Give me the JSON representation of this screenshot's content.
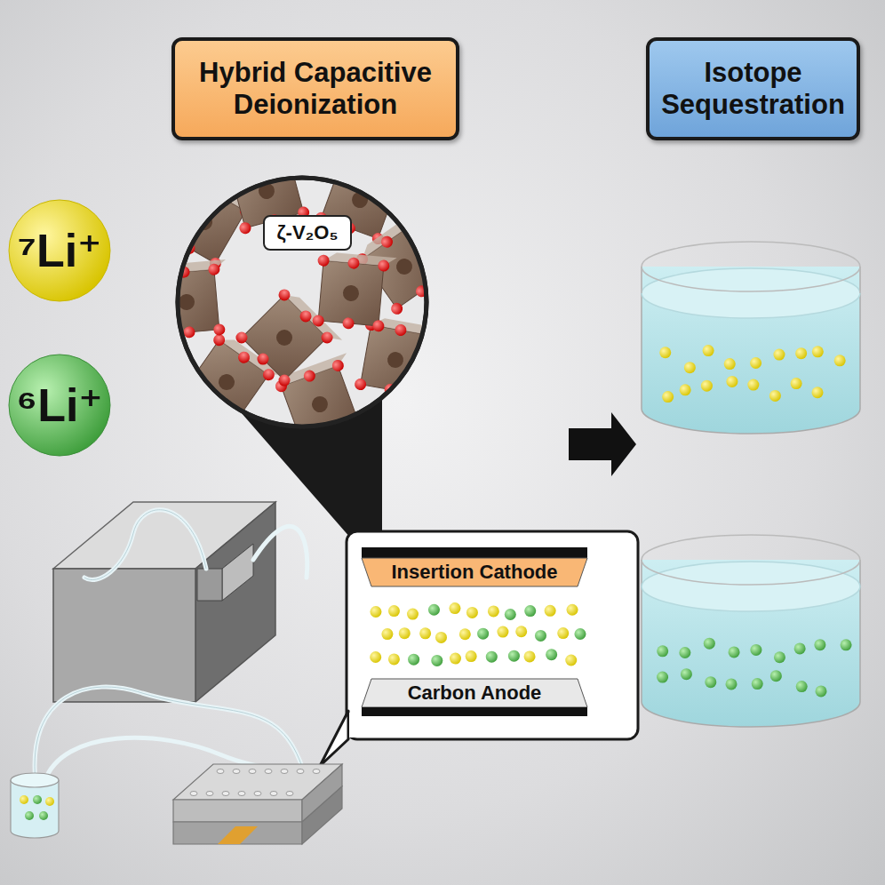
{
  "diagram": {
    "nodes": [
      {
        "text": [
          "Hybrid Capacitive Deionization"
        ]
      },
      {
        "text": [
          "Isotope Sequestration"
        ]
      },
      {
        "text": [
          "⁷Li⁺"
        ]
      },
      {
        "text": [
          "⁶Li⁺"
        ]
      },
      {
        "text": [
          "ζ-V₂O₅"
        ]
      },
      {
        "text": [
          "Insertion Cathode"
        ]
      },
      {
        "text": [
          "Carbon Anode"
        ]
      }
    ]
  }
}
